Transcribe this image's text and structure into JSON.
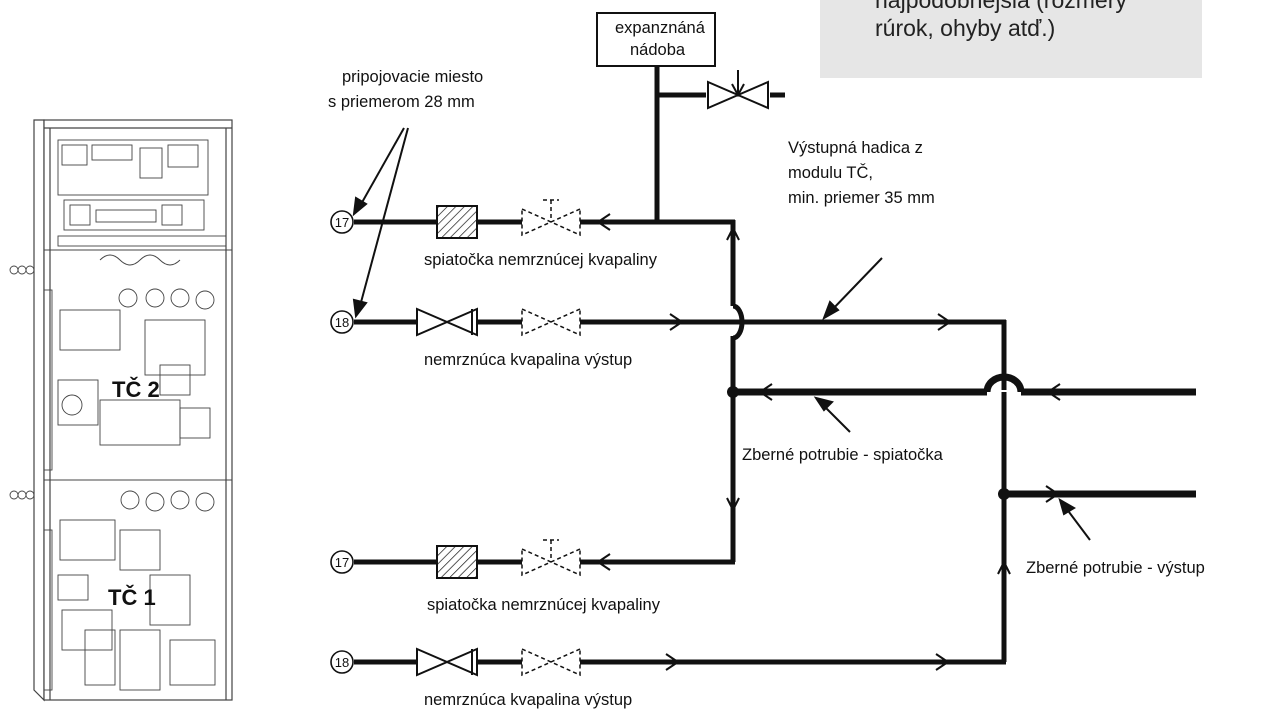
{
  "note": {
    "lines": [
      "najpodobnejšia (rozmery",
      "rúrok, ohyby atď.)"
    ]
  },
  "labels": {
    "expansion_tank": [
      "expanznáná",
      "nádoba"
    ],
    "connection_point": [
      "pripojovacie miesto",
      "s priemerom 28 mm"
    ],
    "output_hose": [
      "Výstupná hadica z",
      "modulu TČ,",
      "min. priemer 35 mm"
    ],
    "return_top": "spiatočka nemrznúcej kvapaliny",
    "output_top": "nemrznúca kvapalina výstup",
    "collector_return": "Zberné potrubie - spiatočka",
    "collector_output": "Zberné potrubie - výstup",
    "return_bottom": "spiatočka nemrznúcej kvapaliny",
    "output_bottom": "nemrznúca kvapalina výstup"
  },
  "connectors": {
    "return": "17",
    "output": "18"
  },
  "units": {
    "upper": "TČ 2",
    "lower": "TČ 1"
  }
}
